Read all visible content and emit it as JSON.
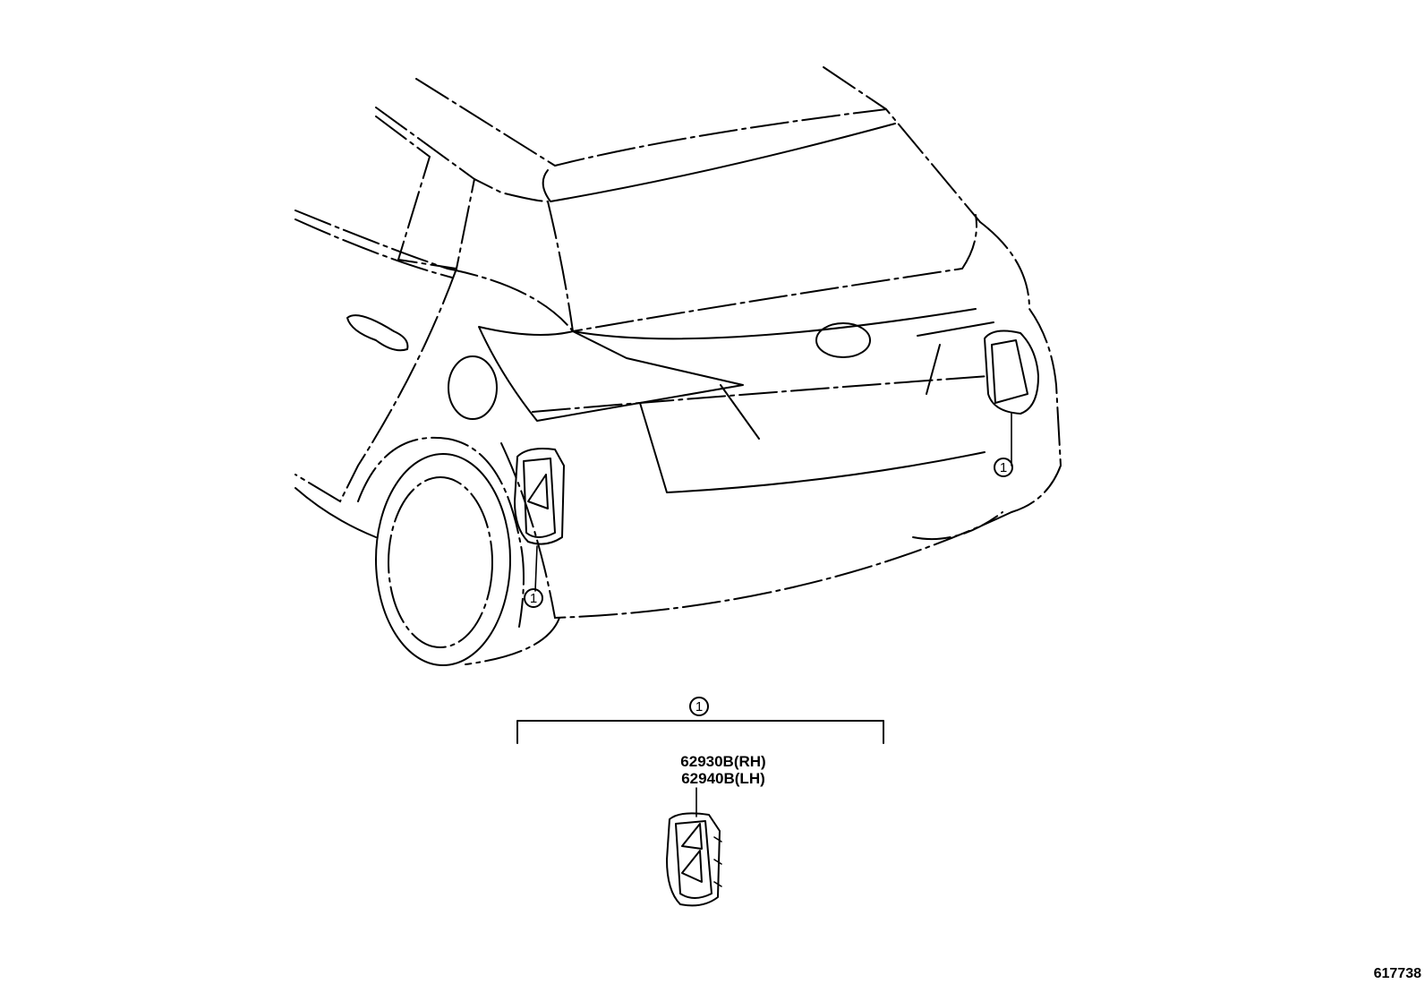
{
  "callouts": {
    "main_ref": "1",
    "lh_ref": "1",
    "rh_ref": "1",
    "group_ref": "1"
  },
  "parts": {
    "rh_number": "62930B(RH)",
    "lh_number": "62940B(LH)"
  },
  "illustration_id": "617738"
}
